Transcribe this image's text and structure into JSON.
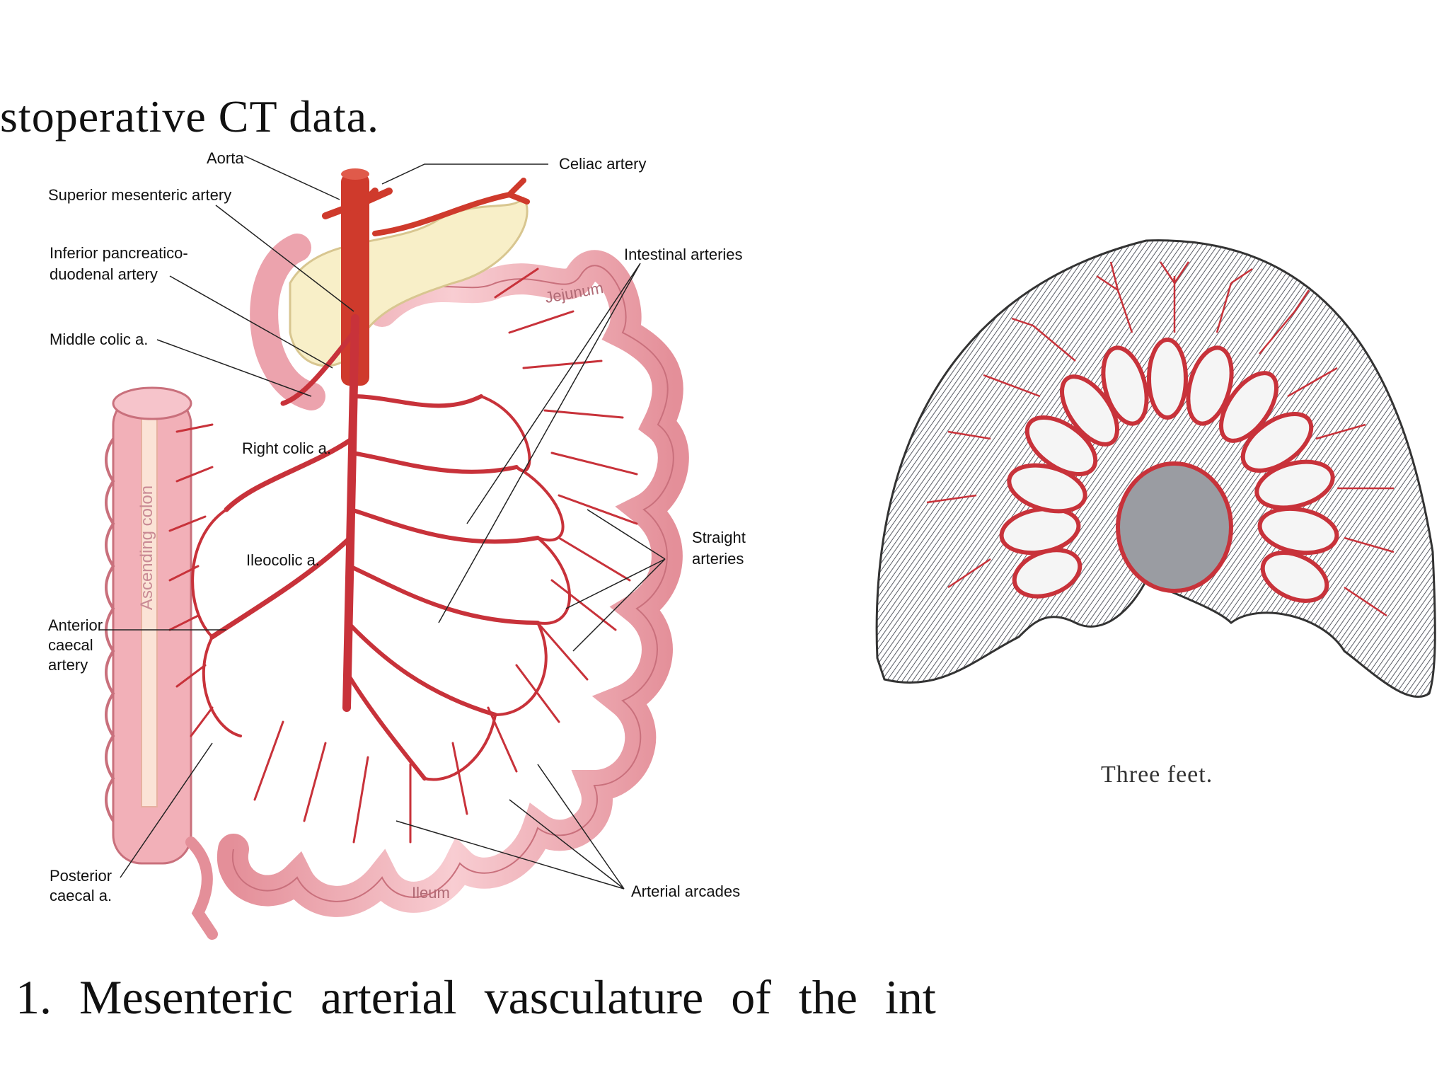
{
  "top_text": "stoperative CT data.",
  "caption": "1. Mesenteric arterial vasculature of the int",
  "right_caption": "Three feet.",
  "left_figure": {
    "labels": {
      "aorta": "Aorta",
      "celiac": "Celiac artery",
      "sma": "Superior mesenteric artery",
      "ipd1": "Inferior pancreatico-",
      "ipd2": "duodenal artery",
      "middle_colic": "Middle colic a.",
      "intestinal": "Intestinal arteries",
      "right_colic": "Right colic a.",
      "ileocolic": "Ileocolic a.",
      "straight1": "Straight",
      "straight2": "arteries",
      "ant1": "Anterior",
      "ant2": "caecal",
      "ant3": "artery",
      "post1": "Posterior",
      "post2": "caecal a.",
      "arcades": "Arterial arcades",
      "ascending_colon": "Ascending colon",
      "jejunum": "Jejunum",
      "ileum": "Ileum"
    }
  },
  "colors": {
    "artery": "#c8323a",
    "intestine": "#f2b6bc",
    "intestine_dark": "#d98690",
    "pancreas": "#f8efc8",
    "hatch": "#5a5d66"
  }
}
